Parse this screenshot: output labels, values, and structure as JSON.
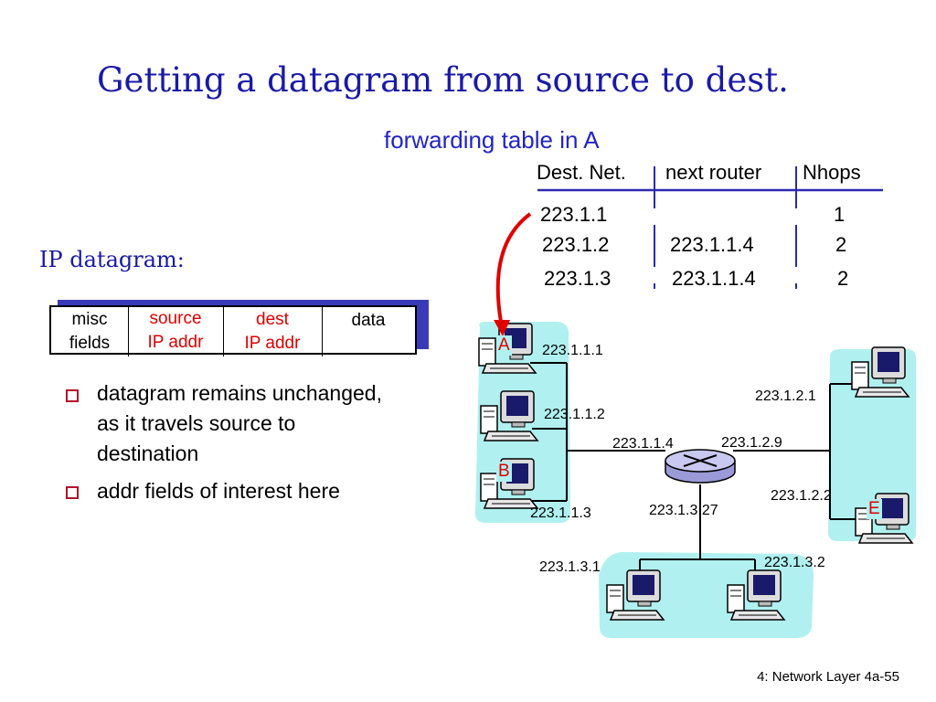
{
  "title": "Getting a datagram from source to dest.",
  "forwarding_table": {
    "caption": "forwarding table in A",
    "headers": [
      "Dest. Net.",
      "next router",
      "Nhops"
    ],
    "rows": [
      [
        "223.1.1",
        "",
        "1"
      ],
      [
        "223.1.2",
        "223.1.1.4",
        "2"
      ],
      [
        "223.1.3",
        "223.1.1.4",
        "2"
      ]
    ]
  },
  "datagram": {
    "label": "IP datagram:",
    "fields": [
      {
        "line1": "misc",
        "line2": "fields"
      },
      {
        "line1": "source",
        "line2": "IP addr"
      },
      {
        "line1": "dest",
        "line2": "IP addr"
      },
      {
        "line1": "data",
        "line2": ""
      }
    ]
  },
  "bullets": [
    "datagram remains unchanged, as it travels source to destination",
    "addr fields of interest here"
  ],
  "network": {
    "hosts": {
      "a": "A",
      "b": "B",
      "e": "E"
    },
    "addresses": {
      "h1": "223.1.1.1",
      "h2": "223.1.1.2",
      "h3": "223.1.1.3",
      "r1": "223.1.1.4",
      "r2": "223.1.2.9",
      "r3": "223.1.3.27",
      "h4": "223.1.2.1",
      "h5": "223.1.2.2",
      "h6": "223.1.3.1",
      "h7": "223.1.3.2"
    }
  },
  "colors": {
    "title": "#1a1aa8",
    "caption": "#2323c8",
    "red_text": "#e00000",
    "subnet_fill": "#b0f0f0",
    "arrow": "#e00000"
  },
  "footer": "4: Network Layer  4a-55"
}
